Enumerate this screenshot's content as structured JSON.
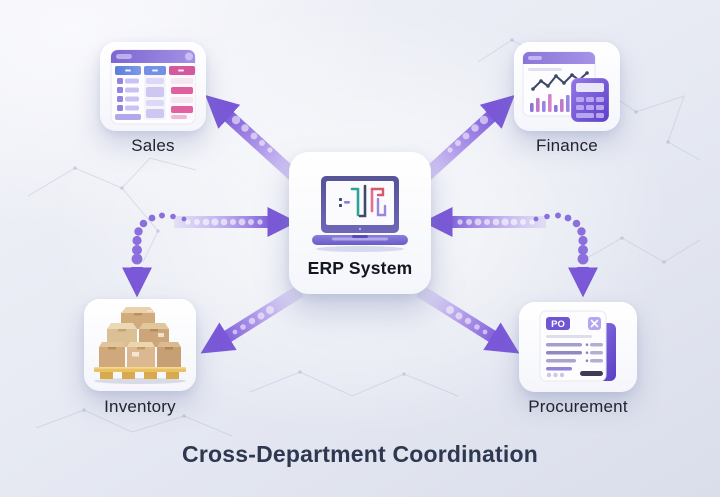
{
  "title": "Cross-Department Coordination",
  "center": {
    "label": "ERP System",
    "icon": "laptop-erp-icon"
  },
  "departments": [
    {
      "id": "sales",
      "label": "Sales",
      "icon": "kanban-board-icon",
      "position": "top-left"
    },
    {
      "id": "finance",
      "label": "Finance",
      "icon": "chart-calculator-icon",
      "position": "top-right"
    },
    {
      "id": "inventory",
      "label": "Inventory",
      "icon": "warehouse-boxes-icon",
      "position": "bottom-left"
    },
    {
      "id": "procurement",
      "label": "Procurement",
      "icon": "purchase-order-icon",
      "position": "bottom-right",
      "badge": "PO"
    }
  ],
  "connections": [
    {
      "from": "erp",
      "to": "sales",
      "style": "solid-diagonal-arrow"
    },
    {
      "from": "erp",
      "to": "finance",
      "style": "solid-diagonal-arrow"
    },
    {
      "from": "erp",
      "to": "inventory",
      "style": "solid-diagonal-arrow"
    },
    {
      "from": "erp",
      "to": "procurement",
      "style": "solid-diagonal-arrow"
    },
    {
      "from": "left-side",
      "to": "erp",
      "style": "solid-horizontal-arrow"
    },
    {
      "from": "right-side",
      "to": "erp",
      "style": "solid-horizontal-arrow"
    },
    {
      "from": "left-flow",
      "to": "inventory",
      "style": "dotted-curve-down-arrow"
    },
    {
      "from": "right-flow",
      "to": "procurement",
      "style": "dotted-curve-down-arrow"
    }
  ],
  "colors": {
    "background_top": "#f1f2f8",
    "background_bottom": "#dadeeb",
    "arrow": "#7a58d8",
    "arrow_light": "#c3b2f4",
    "card": "#ffffff",
    "title_text": "#2e3850",
    "label_text": "#20242e",
    "accent_purple": "#7c68d4",
    "accent_blue": "#5a7ed8",
    "accent_pink": "#d6589c",
    "box_tan": "#d2ab7e",
    "pallet_gold": "#e2b05a"
  }
}
